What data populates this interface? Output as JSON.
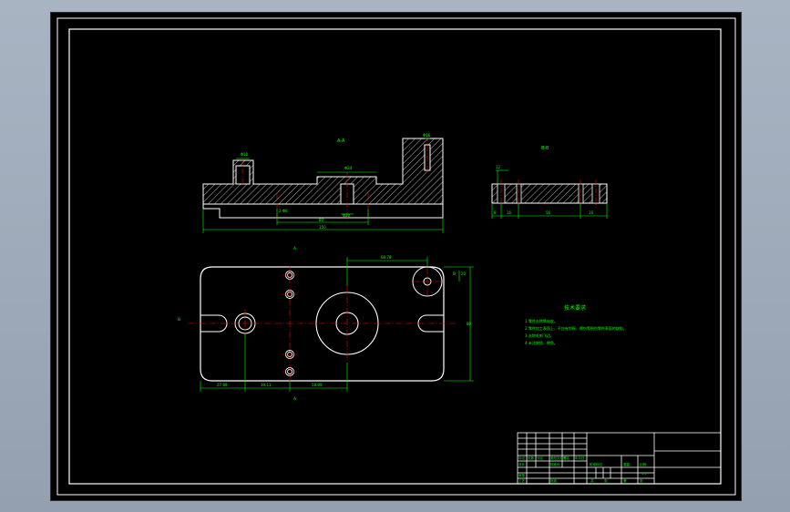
{
  "colors": {
    "window_bg": "#a9b4c3",
    "canvas_bg": "#000000",
    "line_white": "#ffffff",
    "dim_green": "#00ff00",
    "center_red": "#ff0000",
    "hatch": "#ffffff"
  },
  "views": {
    "section_aa_label": "A-A",
    "section_bb_label": "B-B",
    "section_mark_a_top": "A",
    "section_mark_a_bottom": "A",
    "section_mark_b_left": "B",
    "section_mark_b_right": "B"
  },
  "dimensions": {
    "front_d1": "Φ10",
    "front_d2": "Φ16",
    "front_d3": "Φ24",
    "front_d4": "Φ30",
    "front_d5": "Φ20",
    "front_d6": "2-Φ8",
    "front_d7": "80",
    "front_d8": "150",
    "side_d1": "12",
    "side_d2": "8",
    "side_d3": "16",
    "side_d4": "56",
    "side_d5": "16",
    "plan_d1": "68.78",
    "plan_d2": "20",
    "plan_d3": "80",
    "plan_d4": "27.89",
    "plan_d5": "39.11",
    "plan_d6": "58.89"
  },
  "notes": {
    "title": "技术要求",
    "lines": [
      "1.零件去除氧化皮。",
      "2.零件加工表面上，不应有划痕、擦伤等损伤零件表面的缺陷。",
      "3.去除毛刺飞边。",
      "4.未注倒角，倒角。"
    ]
  },
  "title_block": {
    "cells": [
      "标记",
      "处数",
      "分区",
      "更改文件号",
      "签名",
      "年月日",
      "设计",
      "标准化",
      "阶段标记",
      "重量",
      "比例",
      "审核",
      "工艺",
      "批准",
      "共",
      "张",
      "第",
      "张",
      "1:1"
    ]
  }
}
